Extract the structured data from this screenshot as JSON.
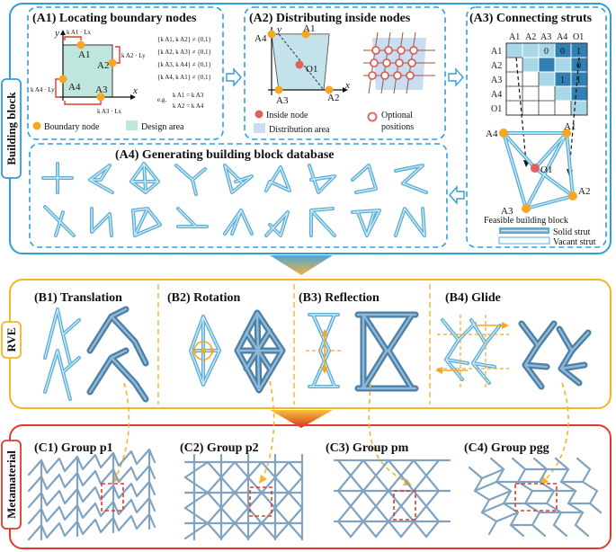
{
  "side_labels": {
    "building_block": "Building block",
    "rve": "RVE",
    "metamaterial": "Metamaterial"
  },
  "panels": {
    "a1": {
      "title": "(A1)  Locating boundary nodes",
      "nodes": [
        "A1",
        "A2",
        "A3",
        "A4"
      ],
      "axis_x": "x",
      "axis_y": "y",
      "length_labels": [
        "k A1 · Lx",
        "k A2 · Ly",
        "k A4 · Ly",
        "k A3 · Lx"
      ],
      "constraints": [
        "{k A1, k A2} ≠ {0,1}",
        "{k A2, k A3} ≠ {0,1}",
        "{k A3, k A4} ≠ {0,1}",
        "{k A4, k A1} ≠ {0,1}"
      ],
      "example_prefix": "e.g.",
      "example": [
        "k A1 = k A3",
        "k A2 = k A4"
      ],
      "legend_boundary": "Boundary node",
      "legend_area": "Design area"
    },
    "a2": {
      "title": "(A2)  Distributing inside nodes",
      "nodes": [
        "A1",
        "A2",
        "A3",
        "A4",
        "O1"
      ],
      "axis_x": "x",
      "axis_y": "y",
      "legend_inside": "Inside node",
      "legend_area": "Distribution area",
      "legend_optional_1": "Optional",
      "legend_optional_2": "positions"
    },
    "a3": {
      "title": "(A3) Connecting struts",
      "matrix_headers": [
        "A1",
        "A2",
        "A3",
        "A4",
        "O1"
      ],
      "matrix_values": [
        [
          "",
          "0",
          "0",
          "1"
        ],
        [
          "",
          "",
          "1",
          "0"
        ],
        [
          "",
          "",
          "",
          "1"
        ],
        [
          "",
          "",
          "",
          ""
        ],
        [
          "",
          "",
          "",
          ""
        ]
      ],
      "nodes": [
        "A1",
        "A2",
        "A3",
        "A4",
        "O1"
      ],
      "caption": "Feasible building block",
      "legend_solid": "Solid strut",
      "legend_vacant": "Vacant strut"
    },
    "a4": {
      "title": "(A4)    Generating building block database"
    },
    "b1": {
      "title": "(B1)  Translation"
    },
    "b2": {
      "title": "(B2)  Rotation"
    },
    "b3": {
      "title": "(B3)  Reflection"
    },
    "b4": {
      "title": "(B4)    Glide"
    },
    "c1": {
      "title": "(C1)    Group p1"
    },
    "c2": {
      "title": "(C2)    Group p2"
    },
    "c3": {
      "title": "(C3)    Group pm"
    },
    "c4": {
      "title": "(C4)    Group pgg"
    }
  },
  "colors": {
    "frame_blue": "#2e9fd8",
    "frame_orange": "#f5b526",
    "frame_red": "#e03a2a",
    "strut_blue": "#5aaed6",
    "node_orange": "#f5a623",
    "inside_node_red": "#e0605a",
    "design_area": "#bfe6de",
    "distribution_area": "#c9def3",
    "matrix_dark": "#2f7fb2",
    "matrix_light": "#a8d8e8"
  }
}
